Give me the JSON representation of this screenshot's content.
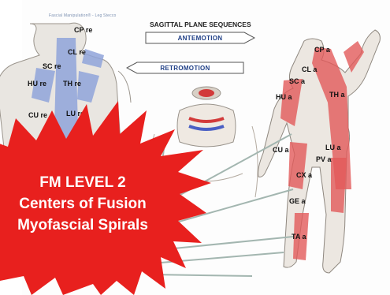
{
  "poster": {
    "small_title": "Fascial Manipulation® - Leg Stecco",
    "heading": "SAGITTAL PLANE SEQUENCES",
    "antemotion_label": "ANTEMOTION",
    "retromotion_label": "RETROMOTION"
  },
  "back_figure_labels": [
    "CP re",
    "CL re",
    "SC re",
    "HU re",
    "TH re",
    "CU re",
    "LU re"
  ],
  "front_figure_labels": [
    "CP a",
    "CL a",
    "SC a",
    "HU a",
    "TH a",
    "CU a",
    "LU a",
    "PV a",
    "CX a",
    "GE a",
    "TA a"
  ],
  "badge": {
    "line1": "FM LEVEL 2",
    "line2": "Centers of Fusion",
    "line3": "Myofascial Spirals"
  },
  "colors": {
    "badge_red": "#e8201e",
    "retro_blue": "#8fa3d9",
    "ante_red": "#e25a5a"
  }
}
